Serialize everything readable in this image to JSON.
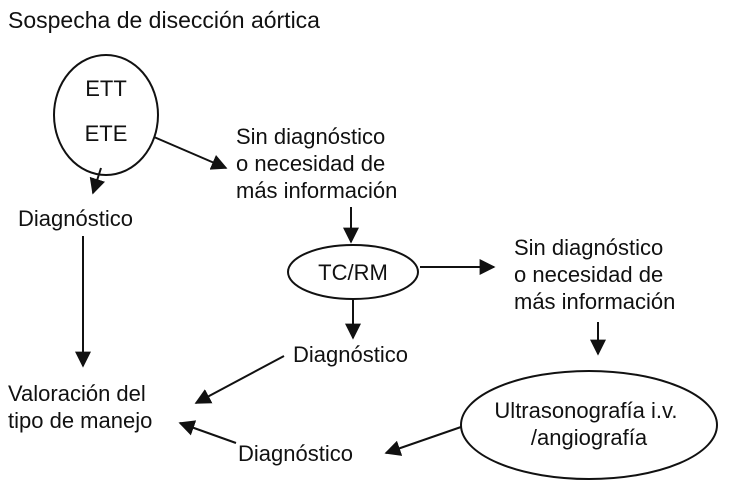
{
  "title": "Sospecha de disección aórtica",
  "colors": {
    "ink": "#111111",
    "background": "#ffffff"
  },
  "nodes": {
    "ett": "ETT",
    "ete": "ETE",
    "diagnostico_1": "Diagnóstico",
    "sin_diag_1": [
      "Sin diagnóstico",
      "o necesidad de",
      "más información"
    ],
    "tcrm": "TC/RM",
    "sin_diag_2": [
      "Sin diagnóstico",
      "o necesidad de",
      "más información"
    ],
    "diagnostico_2": "Diagnóstico",
    "valoracion": [
      "Valoración del",
      "tipo de manejo"
    ],
    "ultrasonografia": [
      "Ultrasonografía i.v.",
      "/angiografía"
    ],
    "diagnostico_3": "Diagnóstico"
  }
}
